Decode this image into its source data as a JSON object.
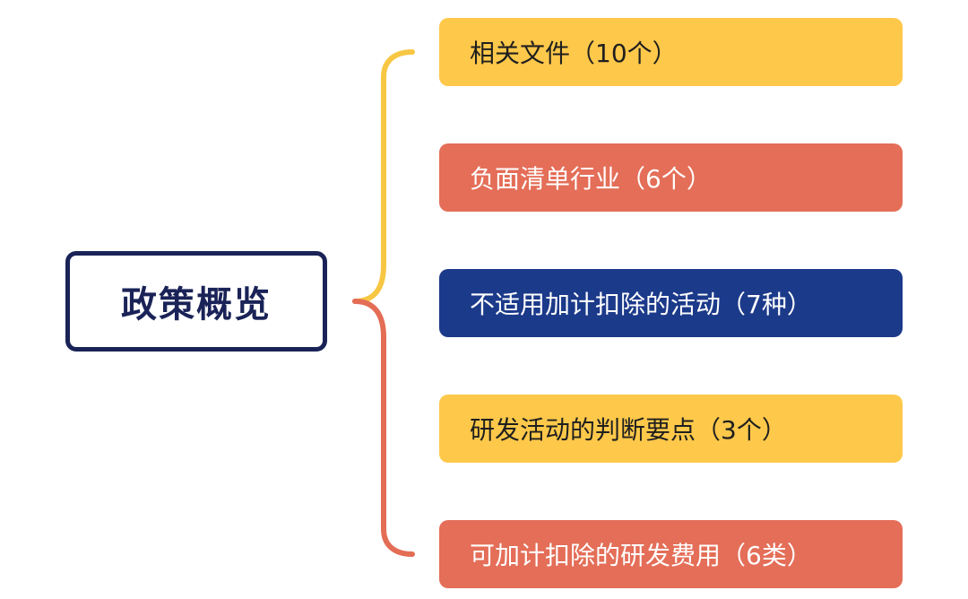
{
  "colors": {
    "root_border": "#1a2357",
    "root_text": "#1a2357",
    "connector_upper": "#f7c744",
    "connector_lower": "#e36d55",
    "yellow_fill": "#fec84a",
    "orange_fill": "#e46e58",
    "navy_fill": "#1c3a8a",
    "dark_text": "#1f1f1f",
    "light_text": "#ffffff"
  },
  "root": {
    "label": "政策概览"
  },
  "branches": [
    {
      "label": "相关文件（10个）",
      "fill": "#fec84a",
      "text_color": "#1f1f1f"
    },
    {
      "label": "负面清单行业（6个）",
      "fill": "#e46e58",
      "text_color": "#ffffff"
    },
    {
      "label": "不适用加计扣除的活动（7种）",
      "fill": "#1c3a8a",
      "text_color": "#ffffff"
    },
    {
      "label": "研发活动的判断要点（3个）",
      "fill": "#fec84a",
      "text_color": "#1f1f1f"
    },
    {
      "label": "可加计扣除的研发费用（6类）",
      "fill": "#e46e58",
      "text_color": "#ffffff"
    }
  ]
}
